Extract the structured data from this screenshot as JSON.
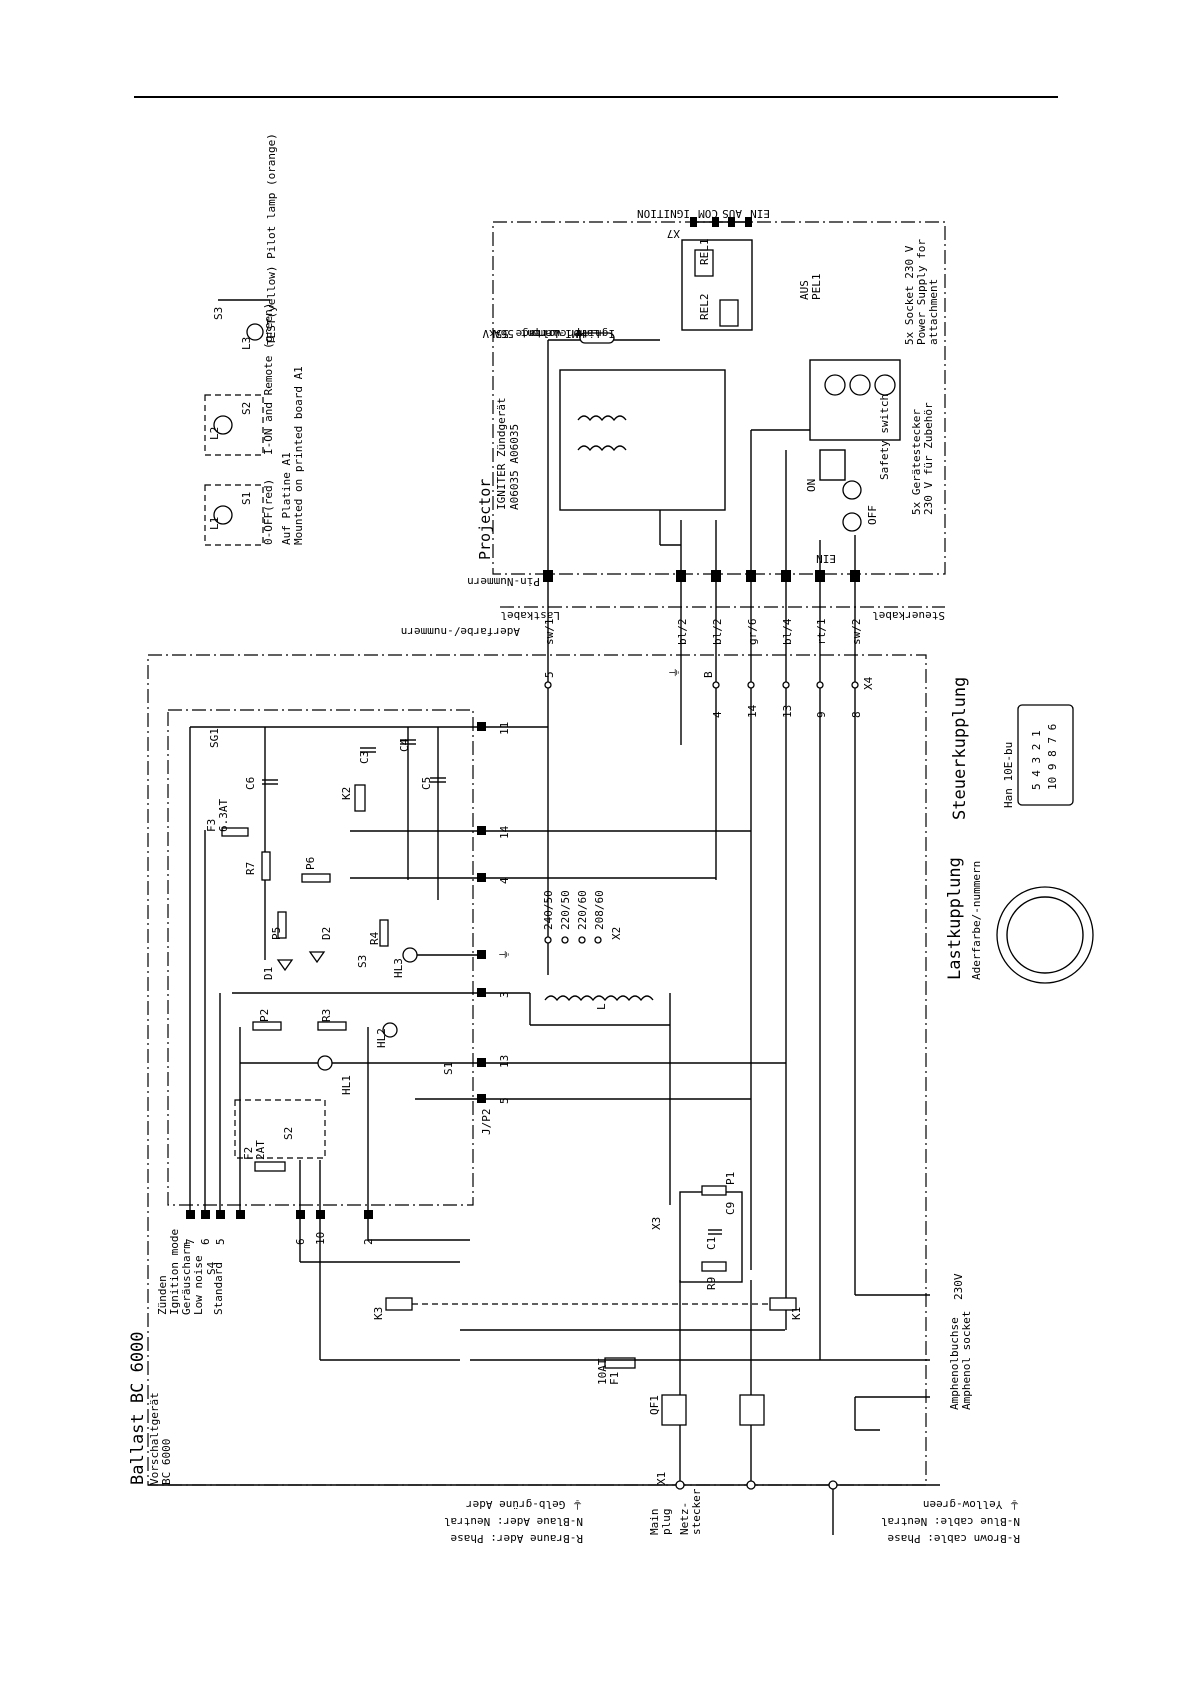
{
  "diagram": {
    "ballast_title": "Ballast  BC 6000",
    "ballast_sub": [
      "Vorschaltgerät",
      "BC 6000"
    ],
    "mode_labels": [
      "Zünden",
      "Ignition mode",
      "Geräuscharm",
      "Low noise",
      "Standard",
      "S4"
    ],
    "projector_title": "Projector",
    "igniter": [
      "IGNITER   Zündgerät",
      "A06035    A06035"
    ],
    "hmi_lamp": [
      "HMI-Lamp",
      "Lamp current  56A",
      "Igniter voltage 55kV"
    ],
    "ignition_label": "IGNITION",
    "x7_pins": [
      "EIN",
      "AUS",
      "COM",
      "X7"
    ],
    "relay_labels": [
      "REL1",
      "REL2",
      "PEL1"
    ],
    "aus_label": "AUS",
    "sockets_text": [
      "5x Socket 230 V",
      "Power Supply for",
      "attachment"
    ],
    "safety": [
      "Safety switch",
      "5x Gerätestecker",
      "230 V für Zubehör"
    ],
    "on_label": "ON",
    "off_label": "OFF",
    "ein_label": "EIN",
    "pin_label": "Pin-Nummern",
    "lastkabel": "Lastkabel",
    "steuerkabel": "Steuerkabel",
    "aderfarbe": "Aderfarbe/-nummern",
    "wire_colors": [
      "sw/1",
      "bl/2",
      "bl/2",
      "gr/6",
      "bl/4",
      "rt/1",
      "sw/2"
    ],
    "wire_numbers": [
      "5",
      "⏚",
      "B",
      "4",
      "14",
      "13",
      "9",
      "8",
      "X4"
    ],
    "lamp_boxes": [
      {
        "lamp": "L1",
        "sw": "S1",
        "caption": "0-OFF(red)"
      },
      {
        "lamp": "L2",
        "sw": "S2",
        "caption": "I-ON and\nRemote (green)"
      },
      {
        "lamp": "L3",
        "sw": "S3",
        "caption": "TEST(yellow)\nPilot lamp (orange)"
      }
    ],
    "pcb_note": [
      "Auf Platine A1",
      "Mounted on printed board A1"
    ],
    "components": [
      "SG1",
      "F3",
      "6.3AT",
      "C6",
      "C3",
      "C4",
      "C5",
      "K2",
      "R7",
      "P6",
      "P5",
      "D1",
      "D2",
      "R4",
      "HL3",
      "S3",
      "P2",
      "R3",
      "HL2",
      "HL1",
      "S1",
      "J/P2",
      "F2",
      "2AT",
      "S2",
      "P1",
      "C9",
      "C1",
      "R9",
      "X3",
      "K3",
      "K1",
      "F1",
      "10AT",
      "QF1",
      "X1",
      "L",
      "X2"
    ],
    "taps": [
      "240/50",
      "220/50",
      "220/60",
      "208/60"
    ],
    "terminal_nums": [
      "11",
      "14",
      "4",
      "⏚",
      "3",
      "13",
      "5",
      "7",
      "6",
      "5",
      "6",
      "10",
      "2"
    ],
    "lastkupplung": "Lastkupplung",
    "lastkupplung_sub": "Aderfarbe/-nummern",
    "steuerkupplung": "Steuerkupplung",
    "han": "Han 10E-bu",
    "han_rows": [
      "5 4 3 2 1",
      "10 9 8 7 6"
    ],
    "amphenol": [
      "Amphenolbuchse",
      "Amphenol socket",
      "230V"
    ],
    "mains_de": [
      "Netz-",
      "stecker",
      "Main",
      "plug"
    ],
    "legend_de": [
      "R-Braune Ader: Phase",
      "N-Blaue Ader: Neutral",
      "⏚ Gelb-grüne Ader"
    ],
    "legend_en": [
      "R-Brown cable: Phase",
      "N-Blue cable: Neutral",
      "⏚ Yellow-green"
    ]
  }
}
